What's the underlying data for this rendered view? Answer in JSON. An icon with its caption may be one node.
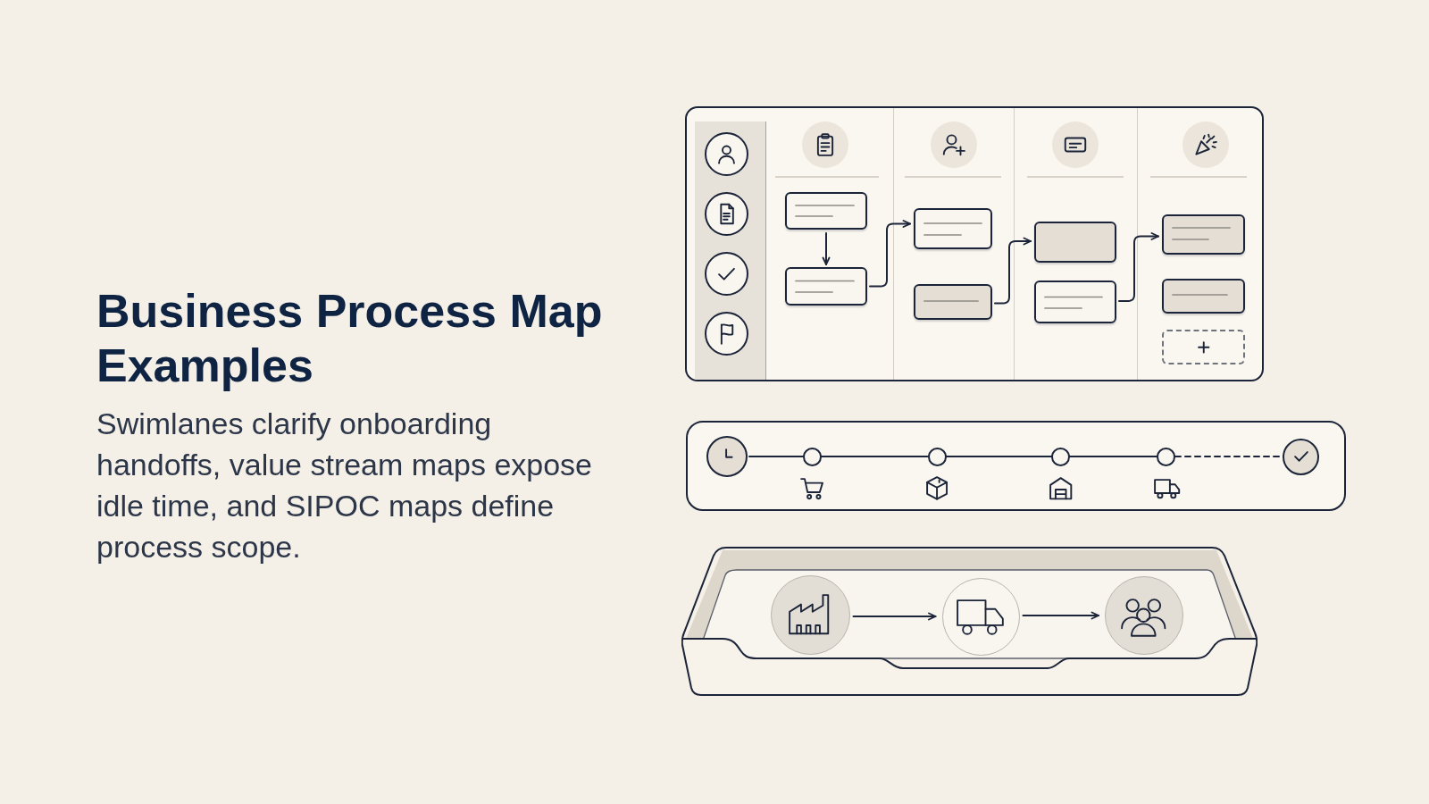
{
  "diagram": {
    "title": "Business Process Map Examples",
    "caption": "Swimlanes clarify onboarding handoffs, value stream maps expose idle time, and SIPOC maps define process scope.",
    "nodes": [
      {
        "text": [],
        "shape": "box"
      },
      {
        "text": [],
        "shape": "box",
        "in": 0
      },
      {
        "text": [],
        "shape": "box",
        "in": 0
      },
      {
        "text": [],
        "shape": "box",
        "in": 0
      },
      {
        "text": [],
        "shape": "box",
        "in": 0
      },
      {
        "text": [],
        "shape": "box",
        "in": 0
      },
      {
        "text": [],
        "shape": "box",
        "in": 0
      },
      {
        "text": [],
        "shape": "box",
        "in": 0
      },
      {
        "text": [],
        "shape": "box",
        "in": 0
      },
      {
        "text": [],
        "shape": "box",
        "in": 0
      },
      {
        "text": [],
        "shape": "box"
      },
      {
        "text": [],
        "shape": "circle",
        "in": 10
      },
      {
        "text": [],
        "shape": "circle",
        "in": 10
      },
      {
        "text": [],
        "shape": "circle",
        "in": 10
      },
      {
        "text": [],
        "shape": "circle",
        "in": 10
      },
      {
        "text": [],
        "shape": "circle",
        "in": 10
      },
      {
        "text": [],
        "shape": "circle",
        "in": 10
      },
      {
        "text": [],
        "shape": "tray"
      },
      {
        "text": [],
        "shape": "circle",
        "in": 17
      },
      {
        "text": [],
        "shape": "circle",
        "in": 17
      },
      {
        "text": [],
        "shape": "circle",
        "in": 17
      }
    ],
    "edges": [
      {
        "from": 1,
        "to": 2,
        "arrow": "to"
      },
      {
        "from": 2,
        "to": 3,
        "arrow": "to"
      },
      {
        "from": 4,
        "to": 5,
        "arrow": "to"
      },
      {
        "from": 6,
        "to": 7,
        "arrow": "to"
      },
      {
        "from": 11,
        "to": 12,
        "arrow": "none"
      },
      {
        "from": 12,
        "to": 13,
        "arrow": "none"
      },
      {
        "from": 13,
        "to": 14,
        "arrow": "none"
      },
      {
        "from": 14,
        "to": 15,
        "arrow": "none"
      },
      {
        "from": 15,
        "to": 16,
        "arrow": "none",
        "style": "dashed"
      },
      {
        "from": 18,
        "to": 19,
        "arrow": "to"
      },
      {
        "from": 19,
        "to": 20,
        "arrow": "to"
      }
    ]
  }
}
